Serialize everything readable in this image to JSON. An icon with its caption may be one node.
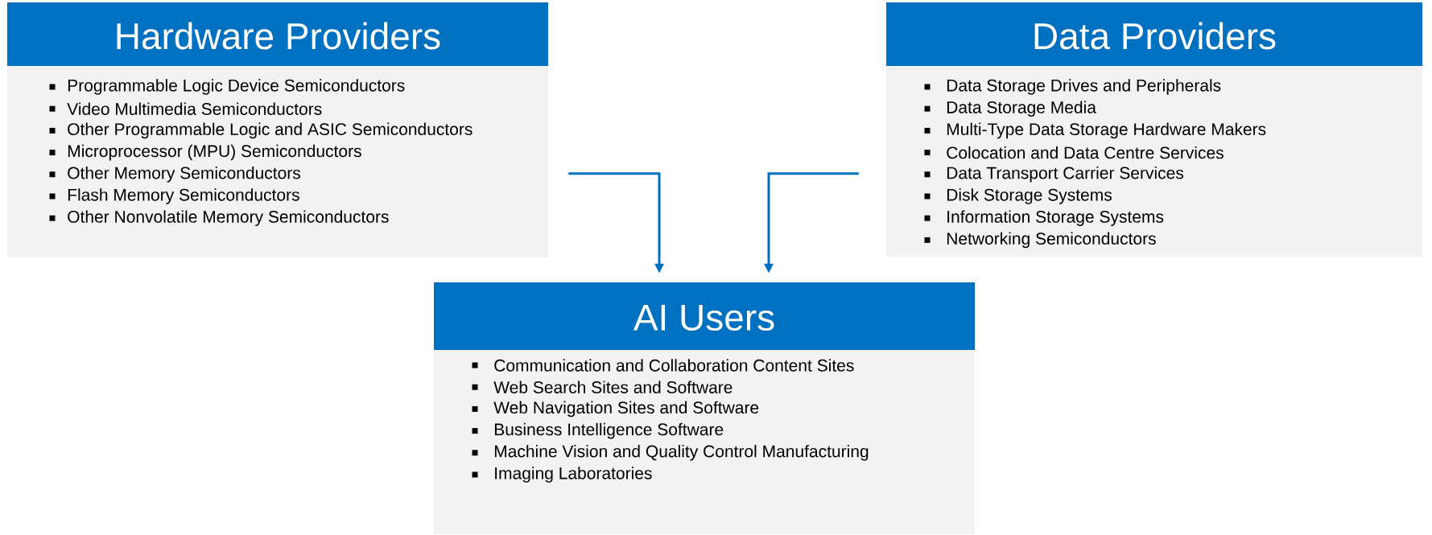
{
  "diagram": {
    "nodes": [
      {
        "text": [
          "Hardware Providers",
          "Programmable Logic Device Semiconductors",
          "Video Multimedia Semiconductors",
          "Other Programmable Logic and ASIC Semiconductors",
          "Microprocessor (MPU) Semiconductors",
          "Other Memory Semiconductors",
          "Flash Memory Semiconductors",
          "Other Nonvolatile Memory Semiconductors"
        ]
      },
      {
        "text": [
          "Data Providers",
          "Data Storage Drives and Peripherals",
          "Data Storage Media",
          "Multi-Type Data Storage Hardware Makers",
          "Colocation and Data Centre Services",
          "Data Transport Carrier Services",
          "Disk Storage Systems",
          "Information Storage Systems",
          "Networking Semiconductors"
        ]
      },
      {
        "text": [
          "AI Users",
          "Communication and Collaboration Content Sites",
          "Web Search Sites and Software",
          "Web Navigation Sites and Software",
          "Business Intelligence Software",
          "Machine Vision and Quality Control Manufacturing",
          "Imaging Laboratories"
        ]
      }
    ],
    "edges": [
      {
        "from": 0,
        "to": 2,
        "arrow": "to"
      },
      {
        "from": 1,
        "to": 2,
        "arrow": "to"
      }
    ]
  }
}
